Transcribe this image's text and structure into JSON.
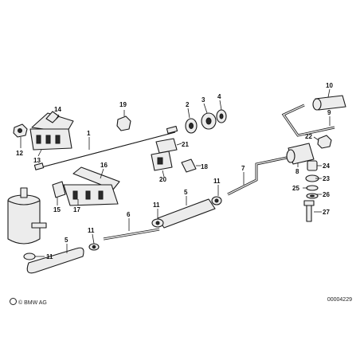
{
  "diagram": {
    "labels": [
      "1",
      "2",
      "3",
      "4",
      "5",
      "5",
      "6",
      "7",
      "8",
      "9",
      "10",
      "11",
      "11",
      "11",
      "11",
      "12",
      "13",
      "14",
      "15",
      "16",
      "17",
      "18",
      "19",
      "20",
      "21",
      "22",
      "23",
      "24",
      "25",
      "26",
      "27"
    ],
    "footer_brand": "© BMW AG",
    "footer_code": "00004229"
  }
}
